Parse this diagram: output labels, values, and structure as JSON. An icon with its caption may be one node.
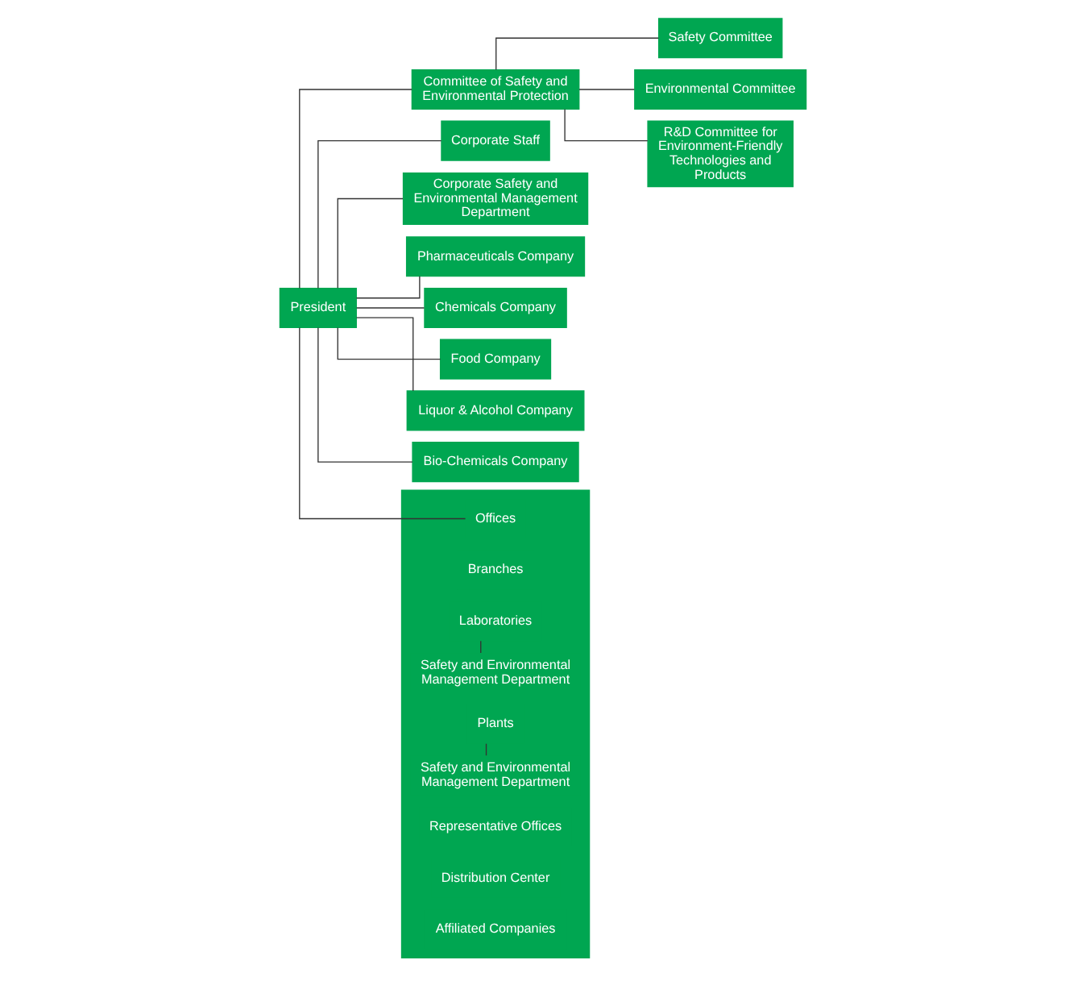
{
  "diagram": {
    "nodes": [
      {
        "text": [
          "President"
        ]
      },
      {
        "text": [
          "Committee of Safety and Environmental Protection"
        ]
      },
      {
        "text": [
          "Safety Committee"
        ]
      },
      {
        "text": [
          "Environmental Committee"
        ]
      },
      {
        "text": [
          "R&D Committee for Environment-Friendly Technologies and Products"
        ]
      },
      {
        "text": [
          "Corporate Staff"
        ]
      },
      {
        "text": [
          "Corporate Safety and Environmental Management Department"
        ]
      },
      {
        "text": [
          "Pharmaceuticals Company"
        ]
      },
      {
        "text": [
          "Chemicals Company"
        ]
      },
      {
        "text": [
          "Food Company"
        ]
      },
      {
        "text": [
          "Liquor & Alcohol Company"
        ]
      },
      {
        "text": [
          "Bio-Chemicals Company"
        ]
      },
      {
        "text": [],
        "shape": "box"
      },
      {
        "text": [
          "Offices"
        ],
        "in": 12
      },
      {
        "text": [
          "Branches"
        ],
        "in": 12
      },
      {
        "text": [
          "Laboratories"
        ],
        "in": 12
      },
      {
        "text": [
          "Safety and Environmental Management Department"
        ],
        "in": 12
      },
      {
        "text": [
          "Plants"
        ],
        "in": 12
      },
      {
        "text": [
          "Safety and Environmental Management Department"
        ],
        "in": 12
      },
      {
        "text": [
          "Representative Offices"
        ],
        "in": 12
      },
      {
        "text": [
          "Distribution Center"
        ],
        "in": 12
      },
      {
        "text": [
          "Affiliated Companies"
        ],
        "in": 12
      }
    ],
    "edges": [
      {
        "from": 0,
        "to": 1,
        "arrow": "none"
      },
      {
        "from": 1,
        "to": 2,
        "arrow": "none"
      },
      {
        "from": 1,
        "to": 3,
        "arrow": "none"
      },
      {
        "from": 1,
        "to": 4,
        "arrow": "none"
      },
      {
        "from": 0,
        "to": 5,
        "arrow": "none"
      },
      {
        "from": 0,
        "to": 6,
        "arrow": "none"
      },
      {
        "from": 0,
        "to": 7,
        "arrow": "none"
      },
      {
        "from": 0,
        "to": 8,
        "arrow": "none"
      },
      {
        "from": 0,
        "to": 9,
        "arrow": "none"
      },
      {
        "from": 0,
        "to": 10,
        "arrow": "none"
      },
      {
        "from": 0,
        "to": 11,
        "arrow": "none"
      },
      {
        "from": 0,
        "to": 13,
        "arrow": "none"
      },
      {
        "from": 15,
        "to": 16,
        "arrow": "none"
      },
      {
        "from": 17,
        "to": 18,
        "arrow": "none"
      }
    ]
  }
}
